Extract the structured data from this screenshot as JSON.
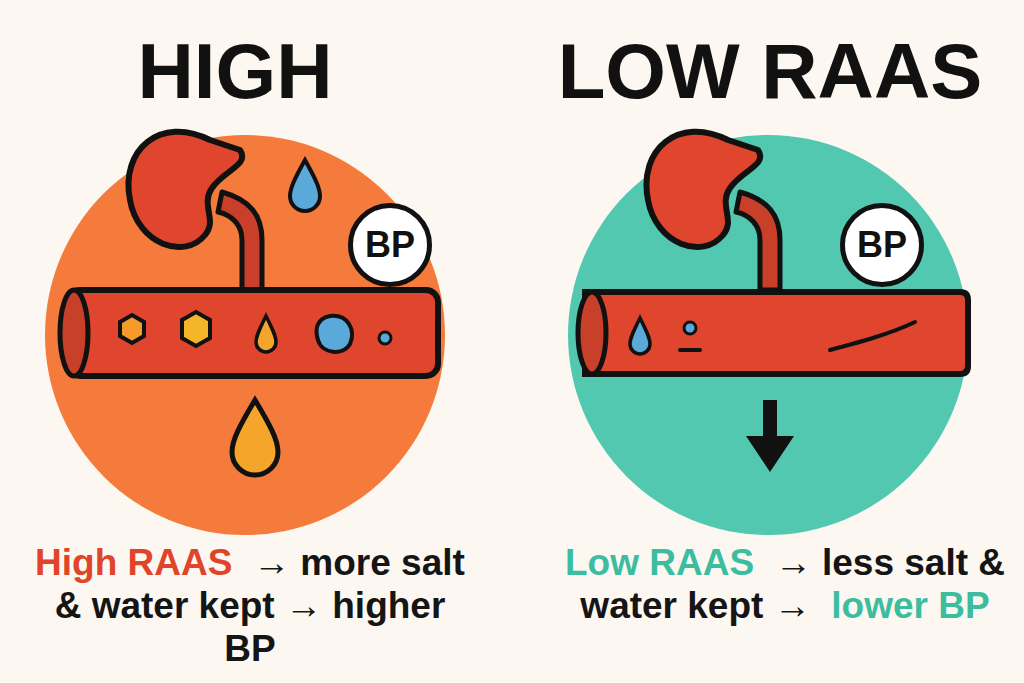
{
  "diagram": {
    "nodes": [
      {
        "text": [
          "BP"
        ]
      },
      {
        "text": [
          "BP"
        ]
      }
    ],
    "labels": [
      "HIGH",
      "LOW RAAS",
      "High RAAS",
      "→ more salt & water kept → higher BP",
      "Low RAAS",
      "→ less salt & water kept →",
      "lower BP"
    ]
  }
}
